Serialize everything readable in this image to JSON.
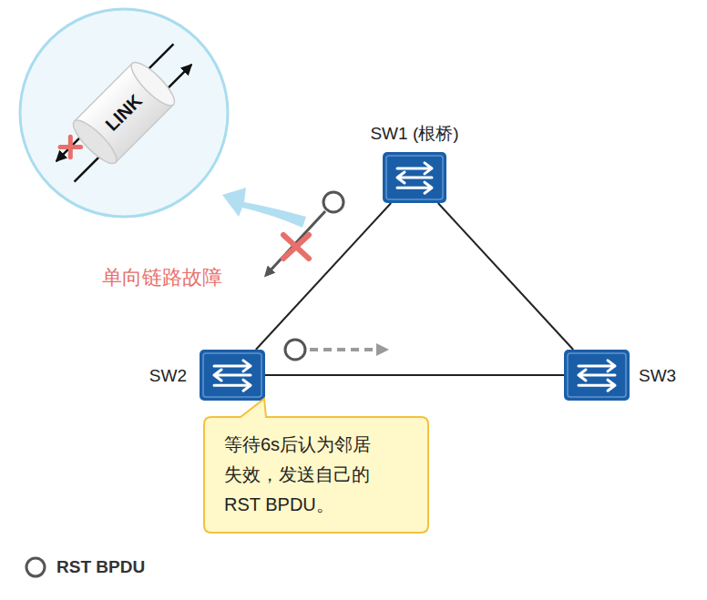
{
  "diagram": {
    "nodes": [
      {
        "text": [
          "LINK"
        ]
      },
      {
        "text": [
          "SW1 (根桥)"
        ]
      },
      {
        "text": [
          "SW2"
        ]
      },
      {
        "text": [
          "SW3"
        ]
      },
      {
        "text": [
          "等待6s后认为邻居 失效，发送自己的 RST BPDU。"
        ]
      }
    ],
    "edges": [
      {
        "from": 1,
        "to": 2,
        "arrow": "none"
      },
      {
        "from": 1,
        "to": 3,
        "arrow": "none"
      },
      {
        "from": 2,
        "to": 3,
        "arrow": "none"
      }
    ],
    "labels": [
      "单向链路故障"
    ],
    "legend": [
      {
        "text": "RST BPDU"
      }
    ]
  }
}
